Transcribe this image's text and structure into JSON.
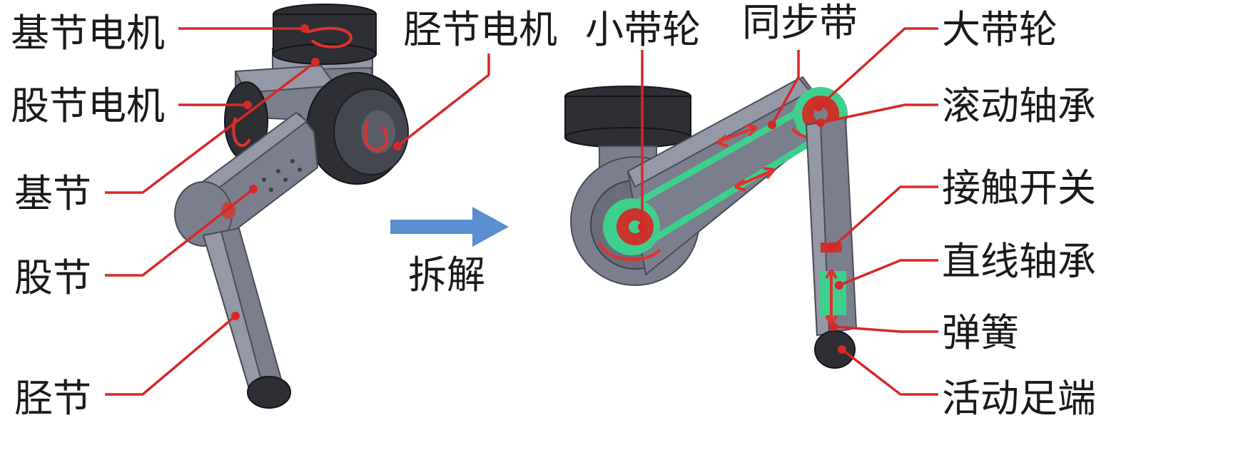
{
  "labels": {
    "left": {
      "base_motor": "基节电机",
      "femur_motor": "股节电机",
      "base": "基节",
      "femur": "股节",
      "tibia": "胫节"
    },
    "tibia_motor": "胫节电机",
    "small_pulley": "小带轮",
    "timing_belt": "同步带",
    "disassemble": "拆解",
    "right": {
      "large_pulley": "大带轮",
      "rolling_bearing": "滚动轴承",
      "contact_switch": "接触开关",
      "linear_bearing": "直线轴承",
      "spring": "弹簧",
      "active_foot": "活动足端"
    }
  },
  "colors": {
    "leader_line": "#d62828",
    "arrow": "#5b8fd0",
    "belt": "#3ecf8e"
  }
}
